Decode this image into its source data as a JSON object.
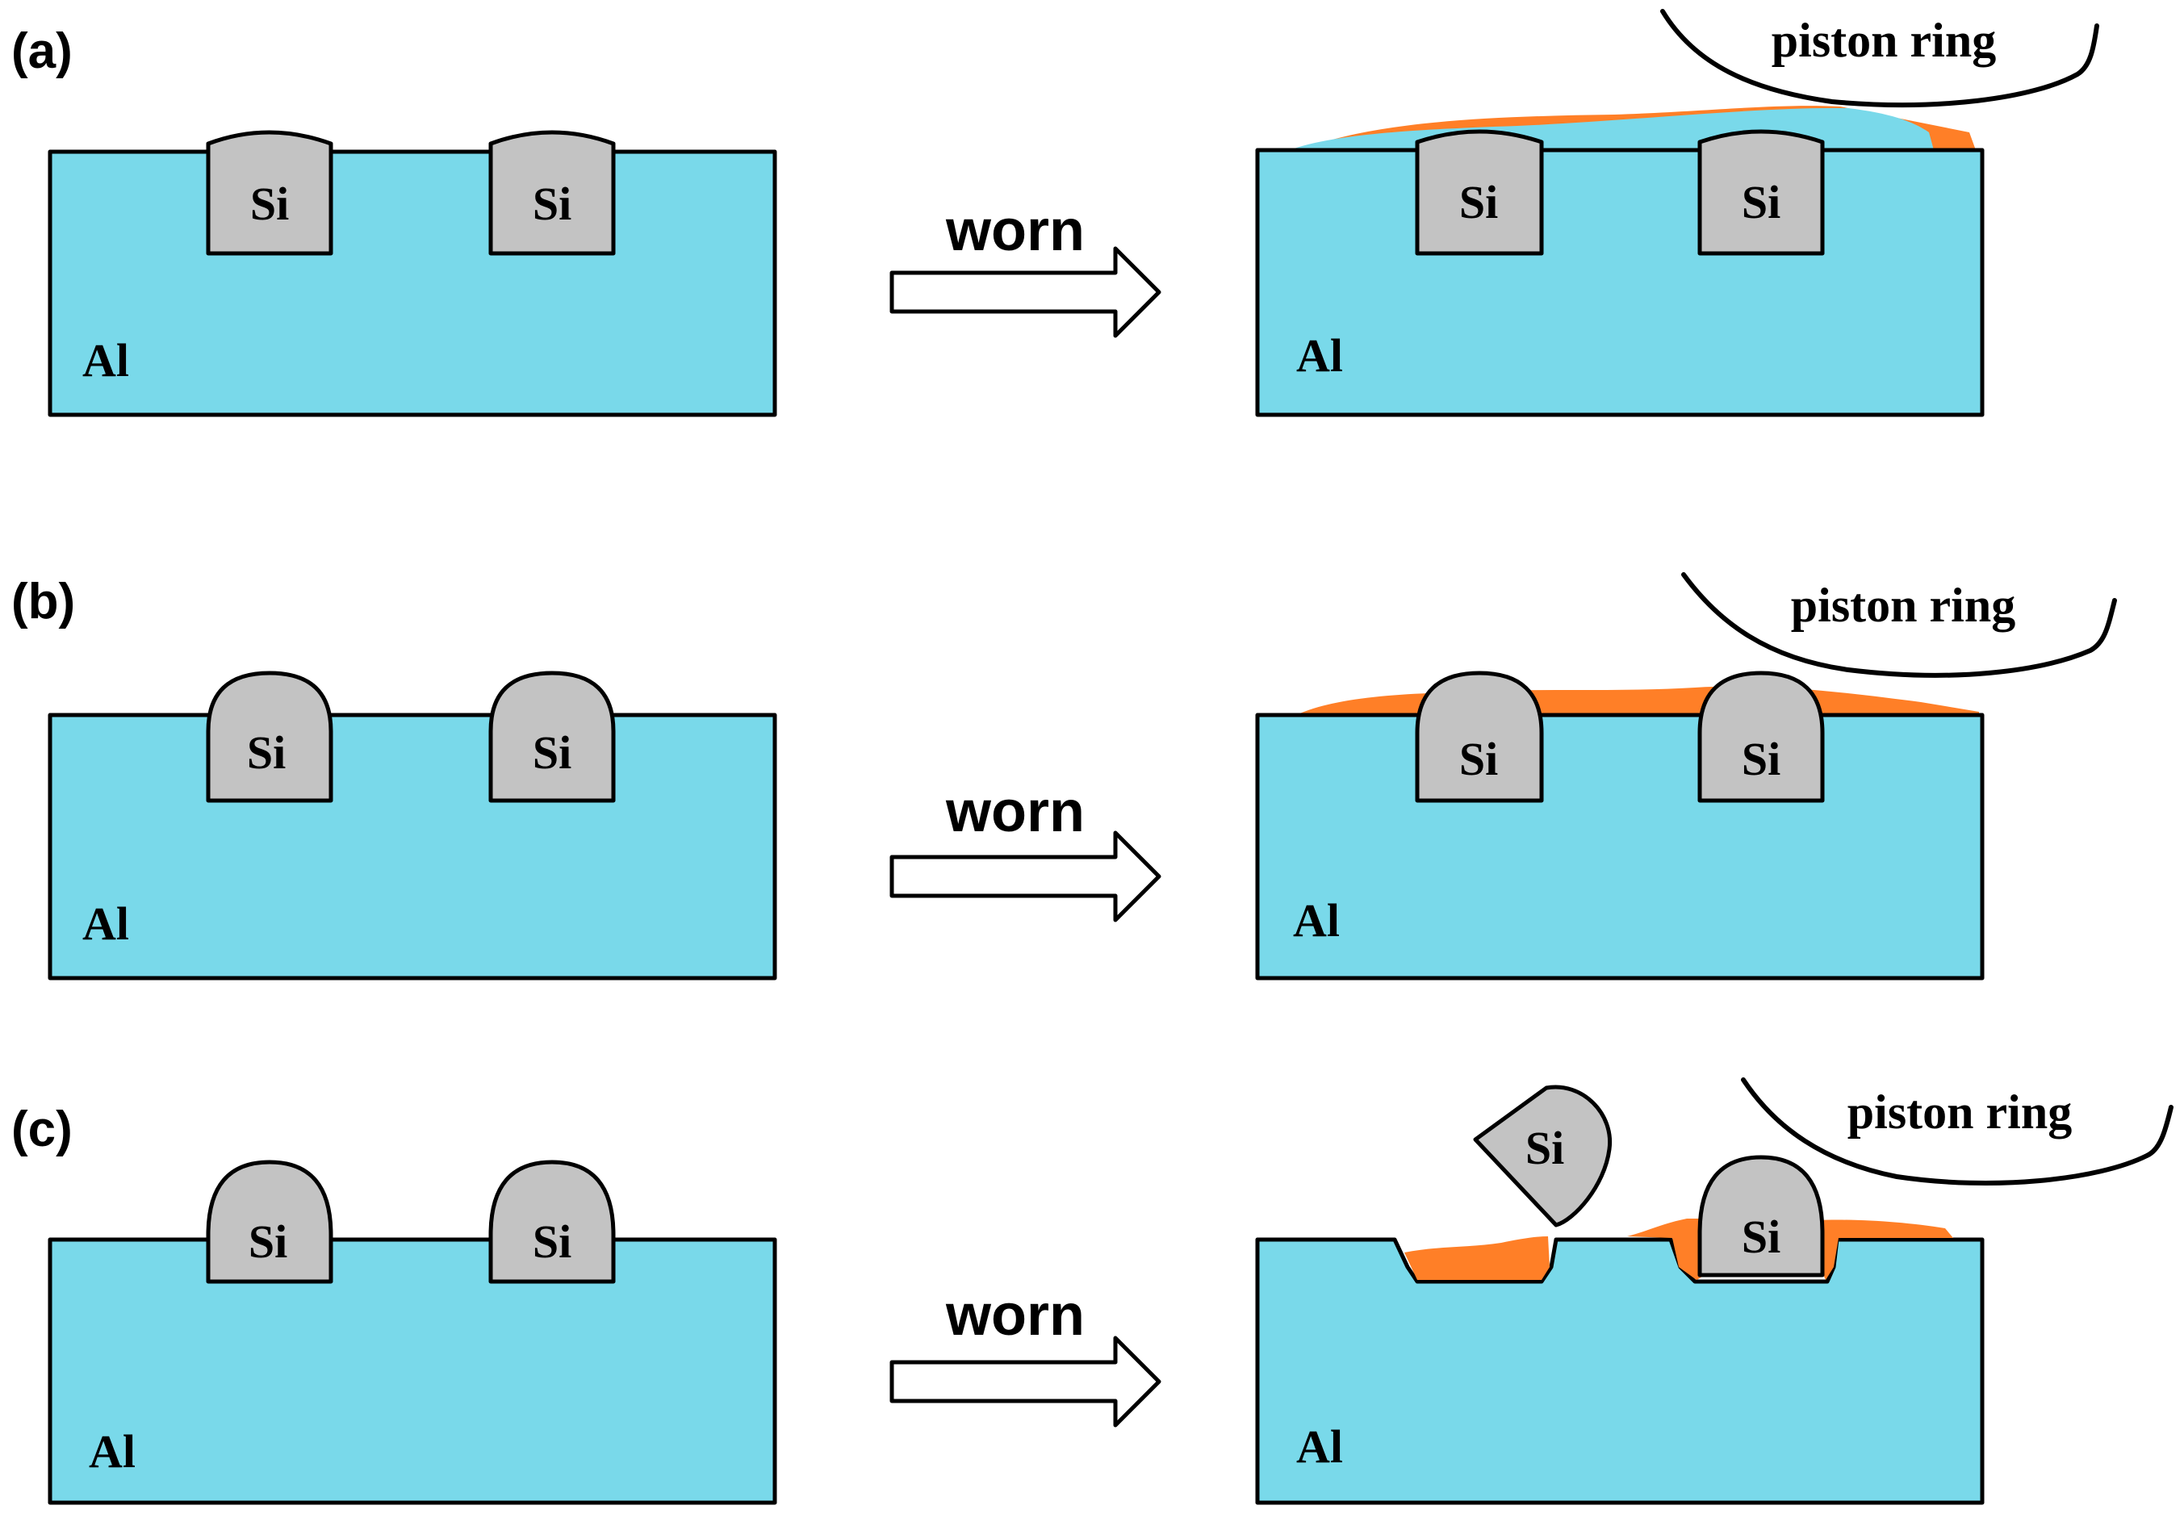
{
  "panels": [
    {
      "label": "(a)",
      "matrix_label": "Al",
      "particle_label": "Si",
      "arrow_label": "worn",
      "counterface_label": "piston ring"
    },
    {
      "label": "(b)",
      "matrix_label": "Al",
      "particle_label": "Si",
      "arrow_label": "worn",
      "counterface_label": "piston ring"
    },
    {
      "label": "(c)",
      "matrix_label": "Al",
      "particle_label": "Si",
      "arrow_label": "worn",
      "counterface_label": "piston ring"
    }
  ],
  "colors": {
    "aluminium": "#79D9EA",
    "silicon": "#C3C3C3",
    "transfer_layer": "#FF7F27",
    "outline": "#000000",
    "background": "#FFFFFF"
  }
}
